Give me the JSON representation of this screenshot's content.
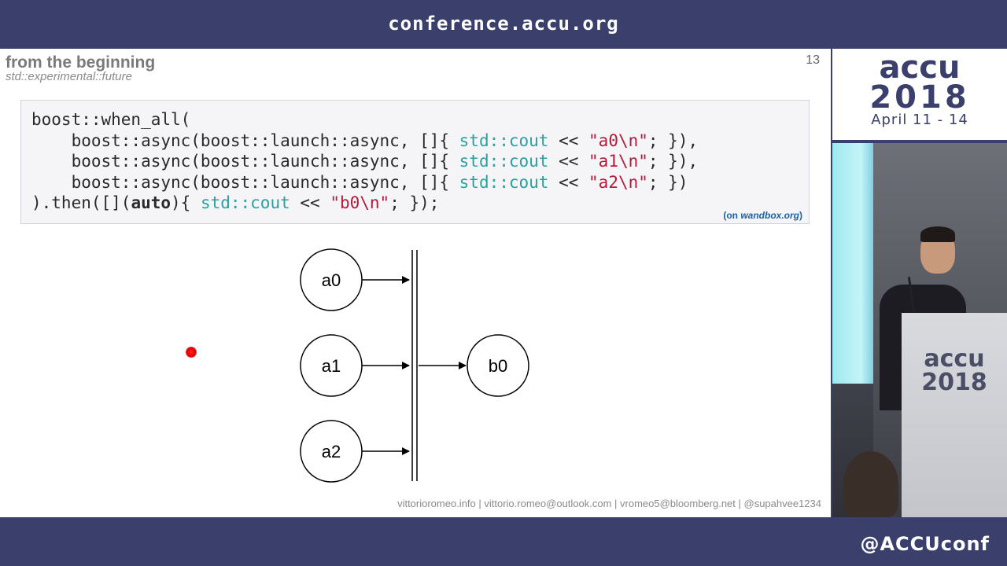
{
  "header": {
    "url": "conference.accu.org"
  },
  "footer_bar": {
    "handle": "@ACCUconf"
  },
  "slide": {
    "title": "from the beginning",
    "subtitle": "std::experimental::future",
    "page_number": "13",
    "code": {
      "line1": {
        "plain": "boost::when_all("
      },
      "line2": {
        "pre": "    boost::async(boost::launch::async, []{ ",
        "ns": "std::cout",
        "op": " << ",
        "str": "\"a0\\n\"",
        "post": "; }),"
      },
      "line3": {
        "pre": "    boost::async(boost::launch::async, []{ ",
        "ns": "std::cout",
        "op": " << ",
        "str": "\"a1\\n\"",
        "post": "; }),"
      },
      "line4": {
        "pre": "    boost::async(boost::launch::async, []{ ",
        "ns": "std::cout",
        "op": " << ",
        "str": "\"a2\\n\"",
        "post": "; })"
      },
      "line5": {
        "pre": ").then([](",
        "kw": "auto",
        "mid": "){ ",
        "ns": "std::cout",
        "op": " << ",
        "str": "\"b0\\n\"",
        "post": "; });"
      },
      "link": {
        "prefix": "(on ",
        "site": "wandbox.org",
        "suffix": ")"
      }
    },
    "diagram": {
      "nodes": [
        "a0",
        "a1",
        "a2",
        "b0"
      ]
    },
    "footer": "vittorioromeo.info | vittorio.romeo@outlook.com | vromeo5@bloomberg.net | @supahvee1234"
  },
  "logo": {
    "name": "accu",
    "year": "2018",
    "dates": "April 11 - 14"
  },
  "camera": {
    "podium_name": "accu",
    "podium_year": "2018"
  },
  "colors": {
    "frame": "#3a3f6b",
    "code_namespace": "#2aa0a0",
    "code_string": "#b51a3a",
    "link": "#1f5fa0"
  }
}
